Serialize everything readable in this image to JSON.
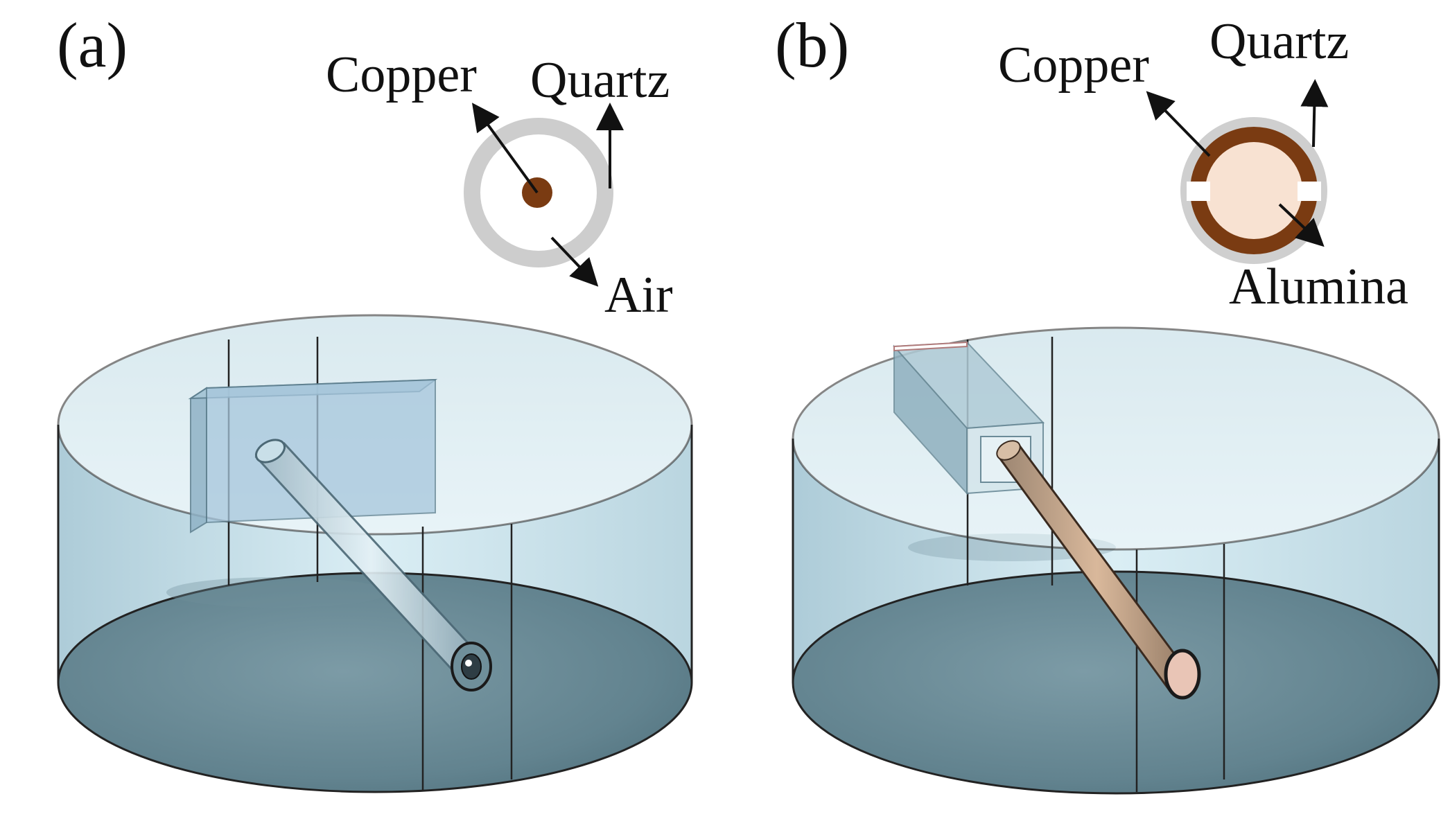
{
  "panels": [
    {
      "label": "(a)",
      "materials": {
        "copper": "Copper",
        "quartz": "Quartz",
        "air": "Air"
      }
    },
    {
      "label": "(b)",
      "materials": {
        "copper": "Copper",
        "quartz": "Quartz",
        "alumina": "Alumina"
      }
    }
  ],
  "colors": {
    "copper": "#7a3b12",
    "quartz": "#cfcfcf",
    "alumina": "#f8e2d2",
    "water": "#cfe6ef",
    "water_floor": "#6f8f9a",
    "outline": "#1a1a1a"
  }
}
